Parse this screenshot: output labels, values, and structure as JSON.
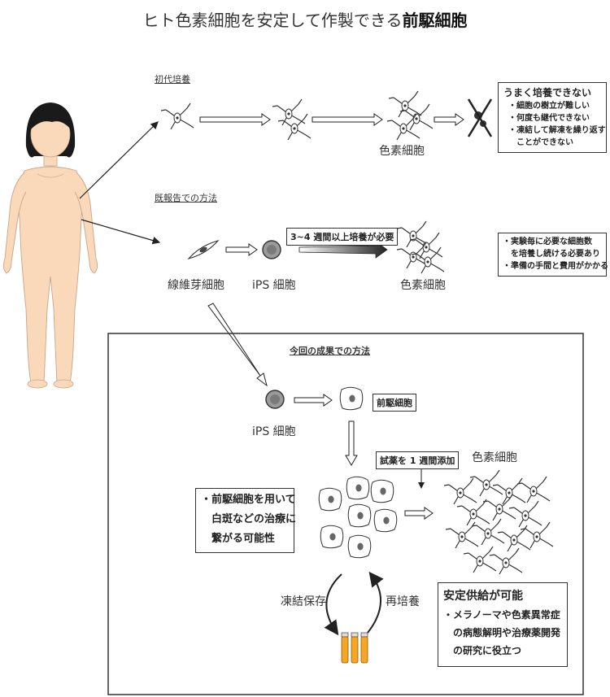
{
  "title": {
    "prefix": "ヒト色素細胞を安定して作製できる",
    "emphasis": "前駆細胞"
  },
  "sections": {
    "primary_culture": "初代培養",
    "existing_method": "既報告での方法",
    "new_method": "今回の成果での方法"
  },
  "labels": {
    "pigment_cell_1": "色素細胞",
    "fibroblast": "線維芽細胞",
    "ips_cell_1": "iPS 細胞",
    "pigment_cell_2": "色素細胞",
    "ips_cell_2": "iPS 細胞",
    "pigment_cell_3": "色素細胞",
    "freeze": "凍結保存",
    "reculture": "再培養"
  },
  "tags": {
    "culture_weeks": "3~4 週間以上培養が必要",
    "precursor": "前駆細胞",
    "reagent": "試薬を 1 週間添加"
  },
  "notes": {
    "primary_problem": {
      "heading": "うまく培養できない",
      "items": [
        "・細胞の樹立が難しい",
        "・何度も継代できない",
        "・凍結して解凍を繰り返す",
        "　ことができない"
      ]
    },
    "existing_problem": {
      "items": [
        "・実験毎に必要な細胞数",
        "　を培養し続ける必要あり",
        "・準備の手間と費用がかかる"
      ]
    },
    "therapy": {
      "items": [
        "・前駆細胞を用いて",
        "　白斑などの治療に",
        "　繋がる可能性"
      ]
    },
    "supply": {
      "heading": "安定供給が可能",
      "items": [
        "・メラノーマや色素異常症",
        "　の病態解明や治療薬開発",
        "　の研究に役立つ"
      ]
    }
  },
  "colors": {
    "skin": "#f9d9b9",
    "skin_outline": "#c9a58a",
    "hair": "#1a1a1a",
    "tube": "#f5a623",
    "cell_dark": "#555555"
  }
}
